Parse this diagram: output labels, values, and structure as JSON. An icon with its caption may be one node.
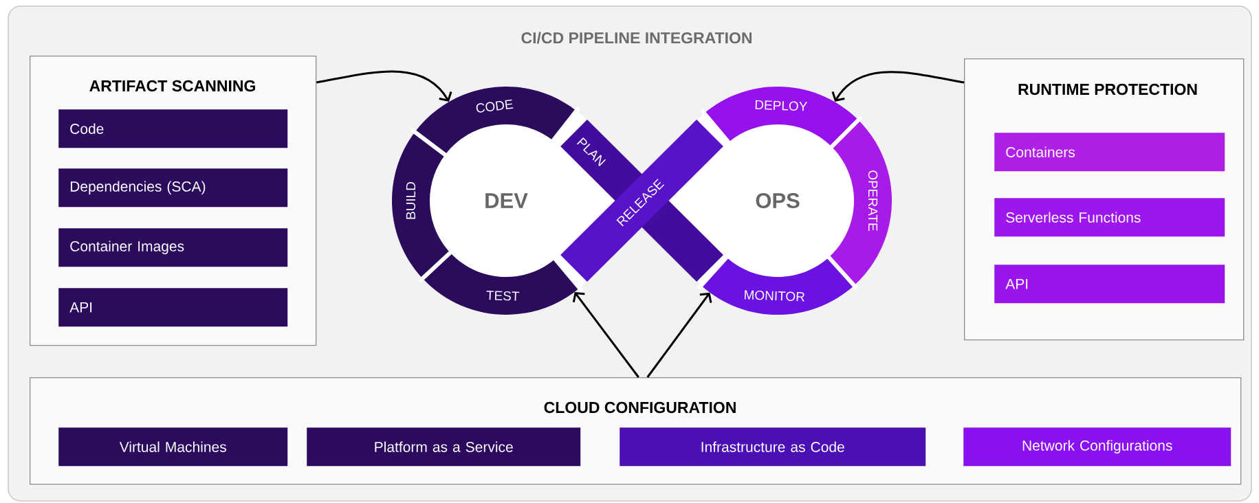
{
  "diagram": {
    "title": "CI/CD PIPELINE INTEGRATION",
    "nodes": [
      {
        "text": [
          "ARTIFACT SCANNING"
        ]
      },
      {
        "text": [
          "Code"
        ],
        "in": 0
      },
      {
        "text": [
          "Dependencies (SCA)"
        ],
        "in": 0
      },
      {
        "text": [
          "Container Images"
        ],
        "in": 0
      },
      {
        "text": [
          "API"
        ],
        "in": 0
      },
      {
        "text": [
          "DEV"
        ]
      },
      {
        "text": [
          "CODE"
        ],
        "in": 5
      },
      {
        "text": [
          "PLAN"
        ]
      },
      {
        "text": [
          "BUILD"
        ],
        "in": 5
      },
      {
        "text": [
          "RELEASE"
        ]
      },
      {
        "text": [
          "TEST"
        ],
        "in": 5
      },
      {
        "text": [
          "OPS"
        ]
      },
      {
        "text": [
          "DEPLOY"
        ],
        "in": 11
      },
      {
        "text": [
          "OPERATE"
        ],
        "in": 11
      },
      {
        "text": [
          "MONITOR"
        ],
        "in": 11
      },
      {
        "text": [
          "RUNTIME PROTECTION"
        ]
      },
      {
        "text": [
          "Containers"
        ],
        "in": 15
      },
      {
        "text": [
          "Serverless Functions"
        ],
        "in": 15
      },
      {
        "text": [
          "API"
        ],
        "in": 15
      },
      {
        "text": [
          "CLOUD CONFIGURATION"
        ]
      },
      {
        "text": [
          "Virtual Machines"
        ],
        "in": 19
      },
      {
        "text": [
          "Platform as a Service"
        ],
        "in": 19
      },
      {
        "text": [
          "Infrastructure as Code"
        ],
        "in": 19
      },
      {
        "text": [
          "Network Configurations"
        ],
        "in": 19
      }
    ],
    "edges": [
      {
        "from": 0,
        "to": 5,
        "arrow": "to"
      },
      {
        "from": 15,
        "to": 11,
        "arrow": "to"
      },
      {
        "from": 19,
        "to": 5,
        "arrow": "to"
      },
      {
        "from": 19,
        "to": 11,
        "arrow": "to"
      }
    ]
  }
}
